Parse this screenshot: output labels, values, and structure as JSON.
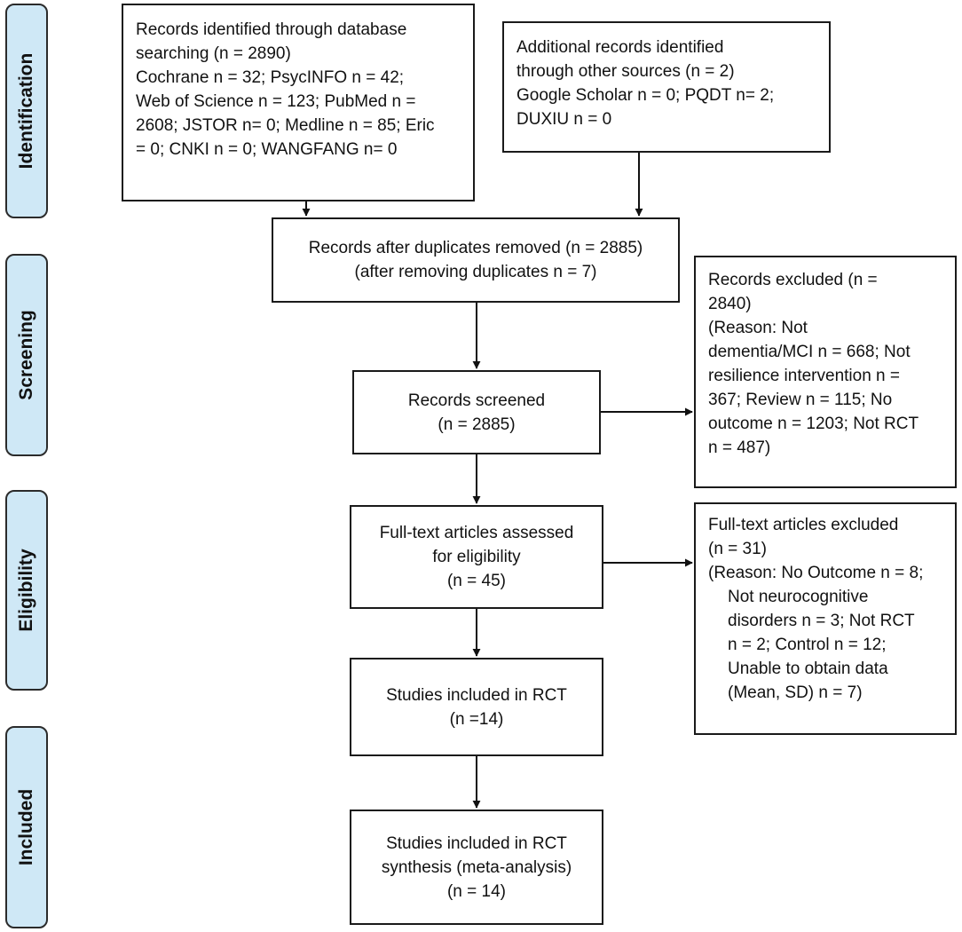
{
  "stages": {
    "identification": "Identification",
    "screening": "Screening",
    "eligibility": "Eligibility",
    "included": "Included"
  },
  "boxes": {
    "database_search": {
      "lines": [
        "Records identified through database",
        "searching (n = 2890)",
        "Cochrane n = 32; PsycINFO n = 42;",
        "Web of Science n = 123; PubMed n =",
        "2608; JSTOR n= 0; Medline n = 85; Eric",
        "= 0; CNKI n = 0; WANGFANG n= 0"
      ]
    },
    "other_sources": {
      "lines": [
        "Additional records identified",
        "through other sources (n = 2)",
        "Google Scholar n = 0; PQDT n= 2;",
        "DUXIU n = 0"
      ]
    },
    "duplicates_removed": {
      "lines": [
        "Records after duplicates removed (n = 2885)",
        "(after removing duplicates n = 7)"
      ]
    },
    "records_screened": {
      "lines": [
        "Records screened",
        "(n = 2885)"
      ]
    },
    "records_excluded": {
      "lines": [
        "Records excluded (n =",
        "2840)",
        "(Reason: Not",
        "dementia/MCI n = 668; Not",
        "resilience intervention n =",
        "367; Review n = 115; No",
        "outcome n = 1203; Not RCT",
        "n = 487)"
      ]
    },
    "fulltext_assessed": {
      "lines": [
        "Full-text articles assessed",
        "for eligibility",
        "(n = 45)"
      ]
    },
    "fulltext_excluded": {
      "lines": [
        "Full-text articles excluded",
        "(n = 31)",
        "(Reason: No Outcome n = 8;",
        "Not neurocognitive",
        "disorders n = 3; Not RCT",
        "n = 2; Control n = 12;",
        "Unable to obtain data",
        "(Mean, SD) n = 7)"
      ]
    },
    "studies_rct": {
      "lines": [
        "Studies included in RCT",
        "(n =14)"
      ]
    },
    "studies_synthesis": {
      "lines": [
        "Studies included in RCT",
        "synthesis (meta-analysis)",
        "(n = 14)"
      ]
    }
  }
}
